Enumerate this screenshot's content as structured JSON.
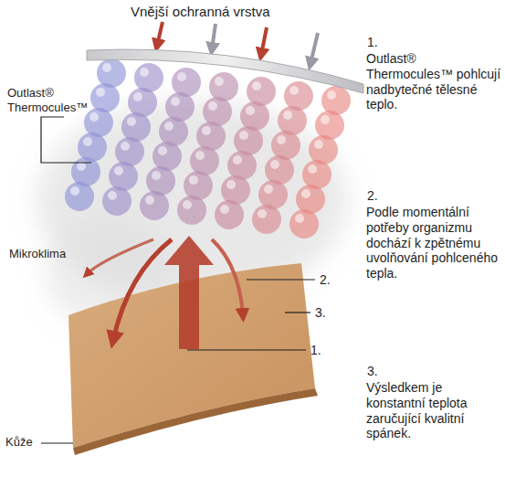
{
  "diagram": {
    "labels": [
      "Vnější ochranná vrstva",
      "Outlast® Thermocules™",
      "1.",
      "Outlast® Thermocules™ pohlcují nadbytečné tělesné teplo.",
      "Mikroklima",
      "2.",
      "Podle momentální potřeby organizmu dochází k zpětnému uvolňování pohlceného tepla.",
      "2.",
      "3.",
      "1.",
      "3.",
      "Výsledkem je konstantní teplota zaručující kvalitní spánek.",
      "Kůže"
    ]
  }
}
